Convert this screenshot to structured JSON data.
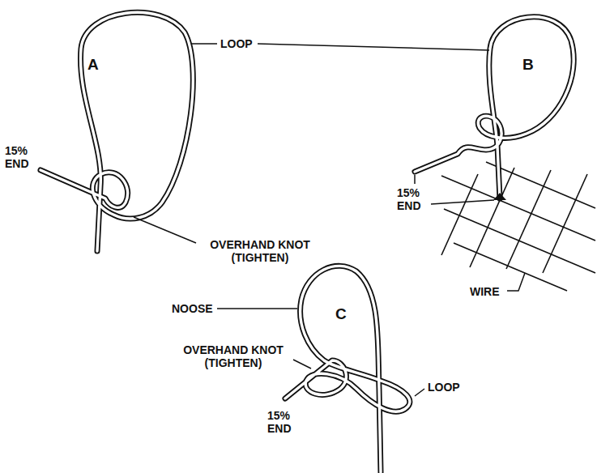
{
  "diagram": {
    "labels": [
      "A",
      "LOOP",
      "B",
      "15% END",
      "OVERHAND KNOT (TIGHTEN)",
      "15% END",
      "WIRE",
      "NOOSE",
      "C",
      "OVERHAND KNOT (TIGHTEN)",
      "LOOP",
      "15% END"
    ]
  }
}
